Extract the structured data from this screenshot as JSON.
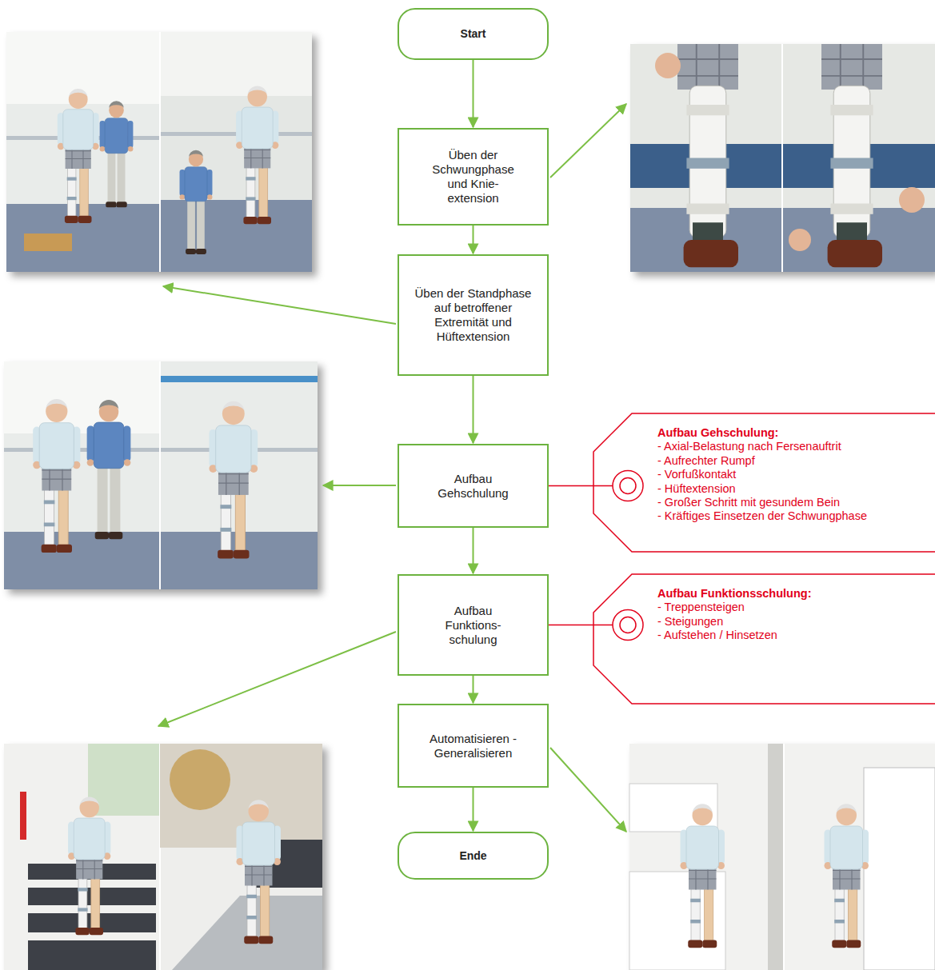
{
  "diagram": {
    "nodes": [
      {
        "text": [
          "Start"
        ]
      },
      {
        "text": [
          "Üben der Schwungphase und Knie- extension"
        ]
      },
      {
        "text": [
          "Üben der Standphase auf betroffener Extremität und Hüftextension"
        ]
      },
      {
        "text": [
          "Aufbau Gehschulung"
        ]
      },
      {
        "text": [
          "Aufbau Gehschulung:",
          "- Axial-Belastung nach Fersenauftrit",
          "- Aufrechter Rumpf",
          "- Vorfußkontakt",
          "- Hüftextension",
          "- Großer Schritt mit gesundem Bein",
          "- Kräftiges Einsetzen der Schwungphase"
        ]
      },
      {
        "text": [
          "Aufbau Funktions- schulung"
        ]
      },
      {
        "text": [
          "Aufbau Funktionsschulung:",
          "- Treppensteigen",
          "- Steigungen",
          "- Aufstehen / Hinsetzen"
        ]
      },
      {
        "text": [
          "Automatisieren - Generalisieren"
        ]
      },
      {
        "text": [
          "Ende"
        ]
      }
    ],
    "edges": [
      {
        "from": 0,
        "to": 1,
        "arrow": "to"
      },
      {
        "from": 1,
        "to": 2,
        "arrow": "to"
      },
      {
        "from": 2,
        "to": 3,
        "arrow": "to"
      },
      {
        "from": 3,
        "to": 5,
        "arrow": "to"
      },
      {
        "from": 5,
        "to": 7,
        "arrow": "to"
      },
      {
        "from": 7,
        "to": 8,
        "arrow": "to"
      },
      {
        "from": 3,
        "to": 4,
        "arrow": "none"
      },
      {
        "from": 5,
        "to": 6,
        "arrow": "none"
      }
    ]
  }
}
